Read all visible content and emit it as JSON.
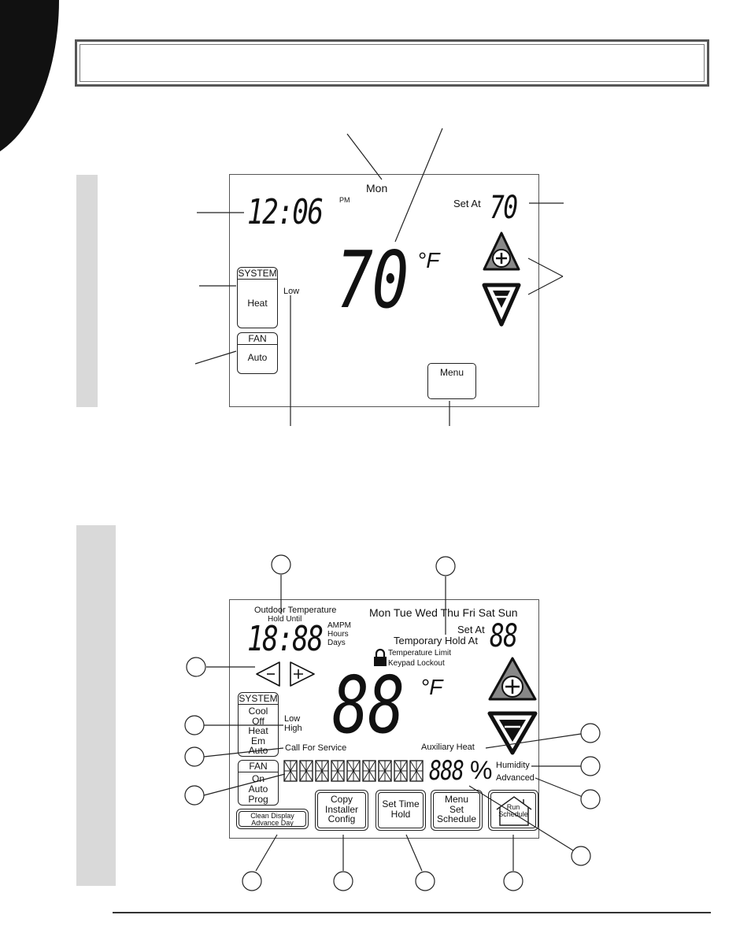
{
  "top_display": {
    "day": "Mon",
    "clock": "12:06",
    "ampm": "PM",
    "set_at_label": "Set At",
    "set_at_value": "70",
    "temperature": "70",
    "unit": "°F",
    "system_header": "SYSTEM",
    "system_value": "Heat",
    "fan_header": "FAN",
    "fan_value": "Auto",
    "fan_speed": "Low",
    "menu_label": "Menu"
  },
  "bottom_display": {
    "outdoor_temp": "Outdoor Temperature",
    "hold_until": "Hold Until",
    "days_of_week": "Mon Tue Wed Thu Fri Sat Sun",
    "clock": "18:88",
    "ampm": "AMPM",
    "hours": "Hours",
    "days": "Days",
    "set_at_label": "Set At",
    "temporary_hold_at": "Temporary Hold At",
    "set_at_value": "88",
    "temperature_limit": "Temperature Limit",
    "keypad_lockout": "Keypad Lockout",
    "temperature": "88",
    "unit": "°F",
    "system_header": "SYSTEM",
    "system_options": [
      "Cool",
      "Off",
      "Heat",
      "Em",
      "Auto"
    ],
    "fan_speed_low": "Low",
    "fan_speed_high": "High",
    "call_for_service": "Call For Service",
    "auxiliary_heat": "Auxiliary Heat",
    "fan_header": "FAN",
    "fan_options": [
      "On",
      "Auto",
      "Prog"
    ],
    "text_display": "888",
    "percent": "%",
    "humidity": "Humidity",
    "advanced": "Advanced",
    "buttons": {
      "clean": [
        "Clean Display",
        "Advance Day"
      ],
      "copy": [
        "Copy",
        "Installer",
        "Config"
      ],
      "settime": [
        "Set Time",
        "Hold"
      ],
      "menu": [
        "Menu",
        "Set",
        "Schedule"
      ],
      "run": [
        "Run",
        "Schedule"
      ]
    }
  }
}
